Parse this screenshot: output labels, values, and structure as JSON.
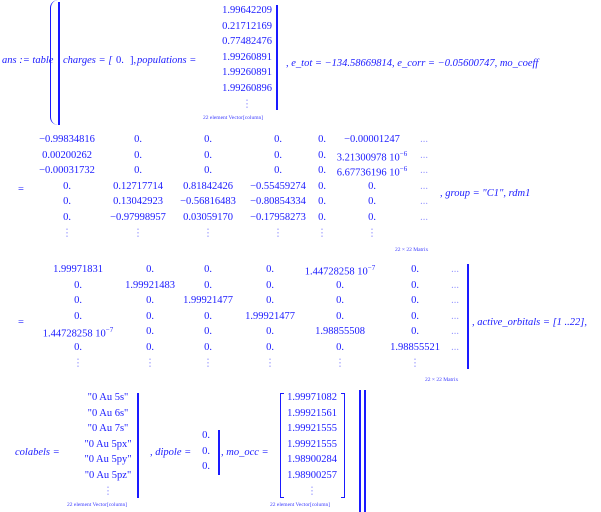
{
  "line1": {
    "assign": "ans := table",
    "charges_label": "charges = [",
    "charges_value": "0.",
    "charges_close": "],",
    "populations_label": "populations =",
    "populations": [
      "1.99642209",
      "0.21712169",
      "0.77482476",
      "1.99260891",
      "1.99260891",
      "1.99260896",
      "⋮"
    ],
    "populations_caption": "22 element Vector[column]",
    "etot": ", e_tot = −134.58669814, e_corr = −0.05600747, mo_coeff"
  },
  "line2": {
    "eq": "=",
    "matrix": [
      [
        "−0.99834816",
        "0.",
        "0.",
        "0.",
        "0.",
        "−0.00001247",
        "..."
      ],
      [
        "0.00200262",
        "0.",
        "0.",
        "0.",
        "0.",
        "3.21300978 10<sup>−6</sup>",
        "..."
      ],
      [
        "−0.00031732",
        "0.",
        "0.",
        "0.",
        "0.",
        "6.67736196 10<sup>−6</sup>",
        "..."
      ],
      [
        "0.",
        "0.12717714",
        "0.81842426",
        "−0.55459274",
        "0.",
        "0.",
        "..."
      ],
      [
        "0.",
        "0.13042923",
        "−0.56816483",
        "−0.80854334",
        "0.",
        "0.",
        "..."
      ],
      [
        "0.",
        "−0.97998957",
        "0.03059170",
        "−0.17958273",
        "0.",
        "0.",
        "..."
      ],
      [
        "⋮",
        "⋮",
        "⋮",
        "⋮",
        "⋮",
        "⋮",
        ""
      ]
    ],
    "caption": "22 × 22 Matrix",
    "after": ", group = \"C1\", rdm1"
  },
  "line3": {
    "eq": "=",
    "matrix": [
      [
        "1.99971831",
        "0.",
        "0.",
        "0.",
        "1.44728258 10<sup>−7</sup>",
        "0.",
        "..."
      ],
      [
        "0.",
        "1.99921483",
        "0.",
        "0.",
        "0.",
        "0.",
        "..."
      ],
      [
        "0.",
        "0.",
        "1.99921477",
        "0.",
        "0.",
        "0.",
        "..."
      ],
      [
        "0.",
        "0.",
        "0.",
        "1.99921477",
        "0.",
        "0.",
        "..."
      ],
      [
        "1.44728258 10<sup>−7</sup>",
        "0.",
        "0.",
        "0.",
        "1.98855508",
        "0.",
        "..."
      ],
      [
        "0.",
        "0.",
        "0.",
        "0.",
        "0.",
        "1.98855521",
        "..."
      ],
      [
        "⋮",
        "⋮",
        "⋮",
        "⋮",
        "⋮",
        "⋮",
        ""
      ]
    ],
    "caption": "22 × 22 Matrix",
    "after": ", active_orbitals = [1 ..22],"
  },
  "line4": {
    "colabels_label": "colabels =",
    "colabels": [
      "\"0 Au 5s\"",
      "\"0 Au 6s\"",
      "\"0 Au 7s\"",
      "\"0 Au 5px\"",
      "\"0 Au 5py\"",
      "\"0 Au 5pz\"",
      "⋮"
    ],
    "colabels_caption": "22 element Vector[column]",
    "dipole_label": ", dipole =",
    "dipole": [
      "0.",
      "0.",
      "0."
    ],
    "mo_occ_label": ", mo_occ =",
    "mo_occ": [
      "1.99971082",
      "1.99921561",
      "1.99921555",
      "1.99921555",
      "1.98900284",
      "1.98900257",
      "⋮"
    ],
    "mo_occ_caption": "22 element Vector[column]"
  }
}
